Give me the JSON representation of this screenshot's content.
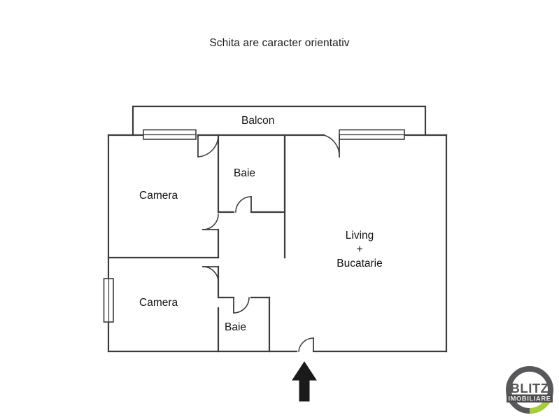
{
  "page": {
    "title": "Schita are caracter orientativ",
    "background_color": "#ffffff",
    "wall_color": "#3c3c3c",
    "text_color": "#121212"
  },
  "floorplan": {
    "rooms": [
      {
        "id": "balcon",
        "label": "Balcon"
      },
      {
        "id": "baie-1",
        "label": "Baie"
      },
      {
        "id": "camera-1",
        "label": "Camera"
      },
      {
        "id": "living",
        "label": "Living",
        "label_line2": "+",
        "label_line3": "Bucatarie"
      },
      {
        "id": "camera-2",
        "label": "Camera"
      },
      {
        "id": "baie-2",
        "label": "Baie"
      }
    ],
    "features": {
      "entrance_arrow": "entrance-arrow",
      "windows": [
        "window-top-left",
        "window-top-right",
        "window-left-side"
      ],
      "doors": [
        "door-camera-1-balcony",
        "door-living-balcony",
        "door-baie-1",
        "door-camera-1",
        "door-camera-2",
        "door-baie-2",
        "door-entrance"
      ]
    }
  },
  "logo": {
    "brand": "BLITZ",
    "subtitle": "IMOBILIARE",
    "ring_color": "#58585a",
    "accent_color": "#a6ce39",
    "text_color": "#58585a",
    "bar_color": "#4b4b4d"
  }
}
